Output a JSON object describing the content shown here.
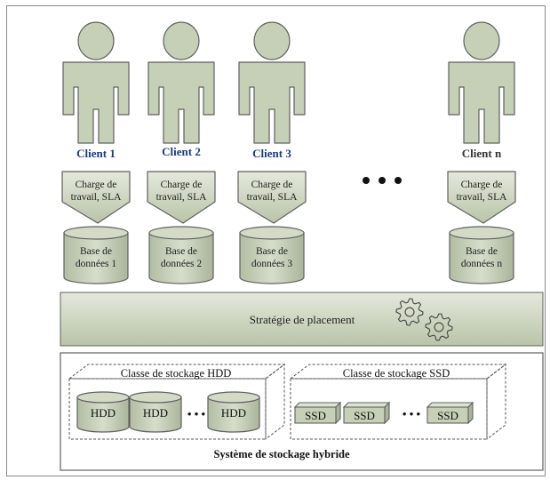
{
  "clients": [
    {
      "label": "Client 1",
      "workload": [
        "Charge de",
        "travail, SLA"
      ],
      "db": [
        "Base de",
        "données 1"
      ]
    },
    {
      "label": "Client 2",
      "workload": [
        "Charge de",
        "travail, SLA"
      ],
      "db": [
        "Base de",
        "données 2"
      ]
    },
    {
      "label": "Client 3",
      "workload": [
        "Charge de",
        "travail, SLA"
      ],
      "db": [
        "Base de",
        "données 3"
      ]
    },
    {
      "label": "Client n",
      "workload": [
        "Charge de",
        "travail, SLA"
      ],
      "db": [
        "Base de",
        "données n"
      ]
    }
  ],
  "placement": {
    "label": "Stratégie de placement"
  },
  "hybrid": {
    "label": "Système de stockage hybride",
    "hdd_class": {
      "label": "Classe de stockage HDD",
      "units": [
        "HDD",
        "HDD",
        "HDD"
      ],
      "ellipsis": "• • •"
    },
    "ssd_class": {
      "label": "Classe de stockage SSD",
      "units": [
        "SSD",
        "SSD",
        "SSD"
      ],
      "ellipsis": "• • •"
    }
  },
  "colors": {
    "fill": "#c6d0b7",
    "fill_light": "#dde4d3",
    "stroke": "#606060",
    "client_label_blue": "#1f3a7a",
    "client_label_dark": "#333333"
  }
}
